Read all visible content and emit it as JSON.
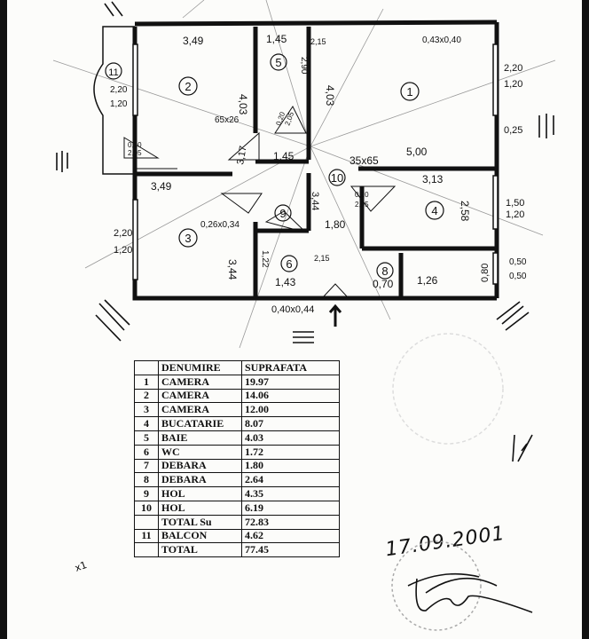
{
  "plan": {
    "dims": {
      "d_349_top": "3,49",
      "d_403_r2": "4,03",
      "d_145_top": "1,45",
      "d_290": "2,90",
      "d_215": "2,15",
      "d_403_hall": "4,03",
      "d_043x040": "0,43x0,40",
      "d_220_120_right_a": "2,20",
      "d_220_120_right_b": "1,20",
      "d_220_120_left_a": "2,20",
      "d_220_120_left_b": "1,20",
      "d_65x26": "65x26",
      "d_020_205_a": "0,20",
      "d_020_205_b": "2,05",
      "d_145_mid": "1,45",
      "d_317": "3,17",
      "d_35x65": "35x65",
      "d_500": "5,00",
      "d_025": "0,25",
      "d_313": "3,13",
      "d_258": "2,58",
      "d_150_120_a": "1,50",
      "d_150_120_b": "1,20",
      "d_349_r3": "3,49",
      "d_026x034": "0,26x0,34",
      "d_344_r3": "3,44",
      "d_220_120_l3_a": "2,20",
      "d_220_120_l3_b": "1,20",
      "d_344_hall": "3,44",
      "d_180": "1,80",
      "d_020_205_c": "0,20",
      "d_020_205_d": "2,05",
      "d_122": "1,22",
      "d_143": "1,43",
      "d_215_b": "2,15",
      "d_070": "0,70",
      "d_126": "1,26",
      "d_080": "0,80",
      "d_050_050_a": "0,50",
      "d_050_050_b": "0,50",
      "d_040x044": "0,40x0,44",
      "d_020_205_e": "0,20",
      "d_020_205_f": "2,05"
    },
    "rooms": [
      "1",
      "2",
      "3",
      "4",
      "5",
      "6",
      "8",
      "9",
      "10",
      "11"
    ]
  },
  "table": {
    "header": {
      "denumire": "DENUMIRE",
      "suprafata": "SUPRAFATA"
    },
    "rows": [
      {
        "nr": "1",
        "denumire": "CAMERA",
        "suprafata": "19.97"
      },
      {
        "nr": "2",
        "denumire": "CAMERA",
        "suprafata": "14.06"
      },
      {
        "nr": "3",
        "denumire": "CAMERA",
        "suprafata": "12.00"
      },
      {
        "nr": "4",
        "denumire": "BUCATARIE",
        "suprafata": "8.07"
      },
      {
        "nr": "5",
        "denumire": "BAIE",
        "suprafata": "4.03"
      },
      {
        "nr": "6",
        "denumire": "WC",
        "suprafata": "1.72"
      },
      {
        "nr": "7",
        "denumire": "DEBARA",
        "suprafata": "1.80"
      },
      {
        "nr": "8",
        "denumire": "DEBARA",
        "suprafata": "2.64"
      },
      {
        "nr": "9",
        "denumire": "HOL",
        "suprafata": "4.35"
      },
      {
        "nr": "10",
        "denumire": "HOL",
        "suprafata": "6.19"
      },
      {
        "nr": "",
        "denumire": "TOTAL Su",
        "suprafata": "72.83"
      },
      {
        "nr": "11",
        "denumire": "BALCON",
        "suprafata": "4.62"
      },
      {
        "nr": "",
        "denumire": "TOTAL",
        "suprafata": "77.45"
      }
    ]
  },
  "date": "17.09.2001",
  "margin_mark": "x1"
}
